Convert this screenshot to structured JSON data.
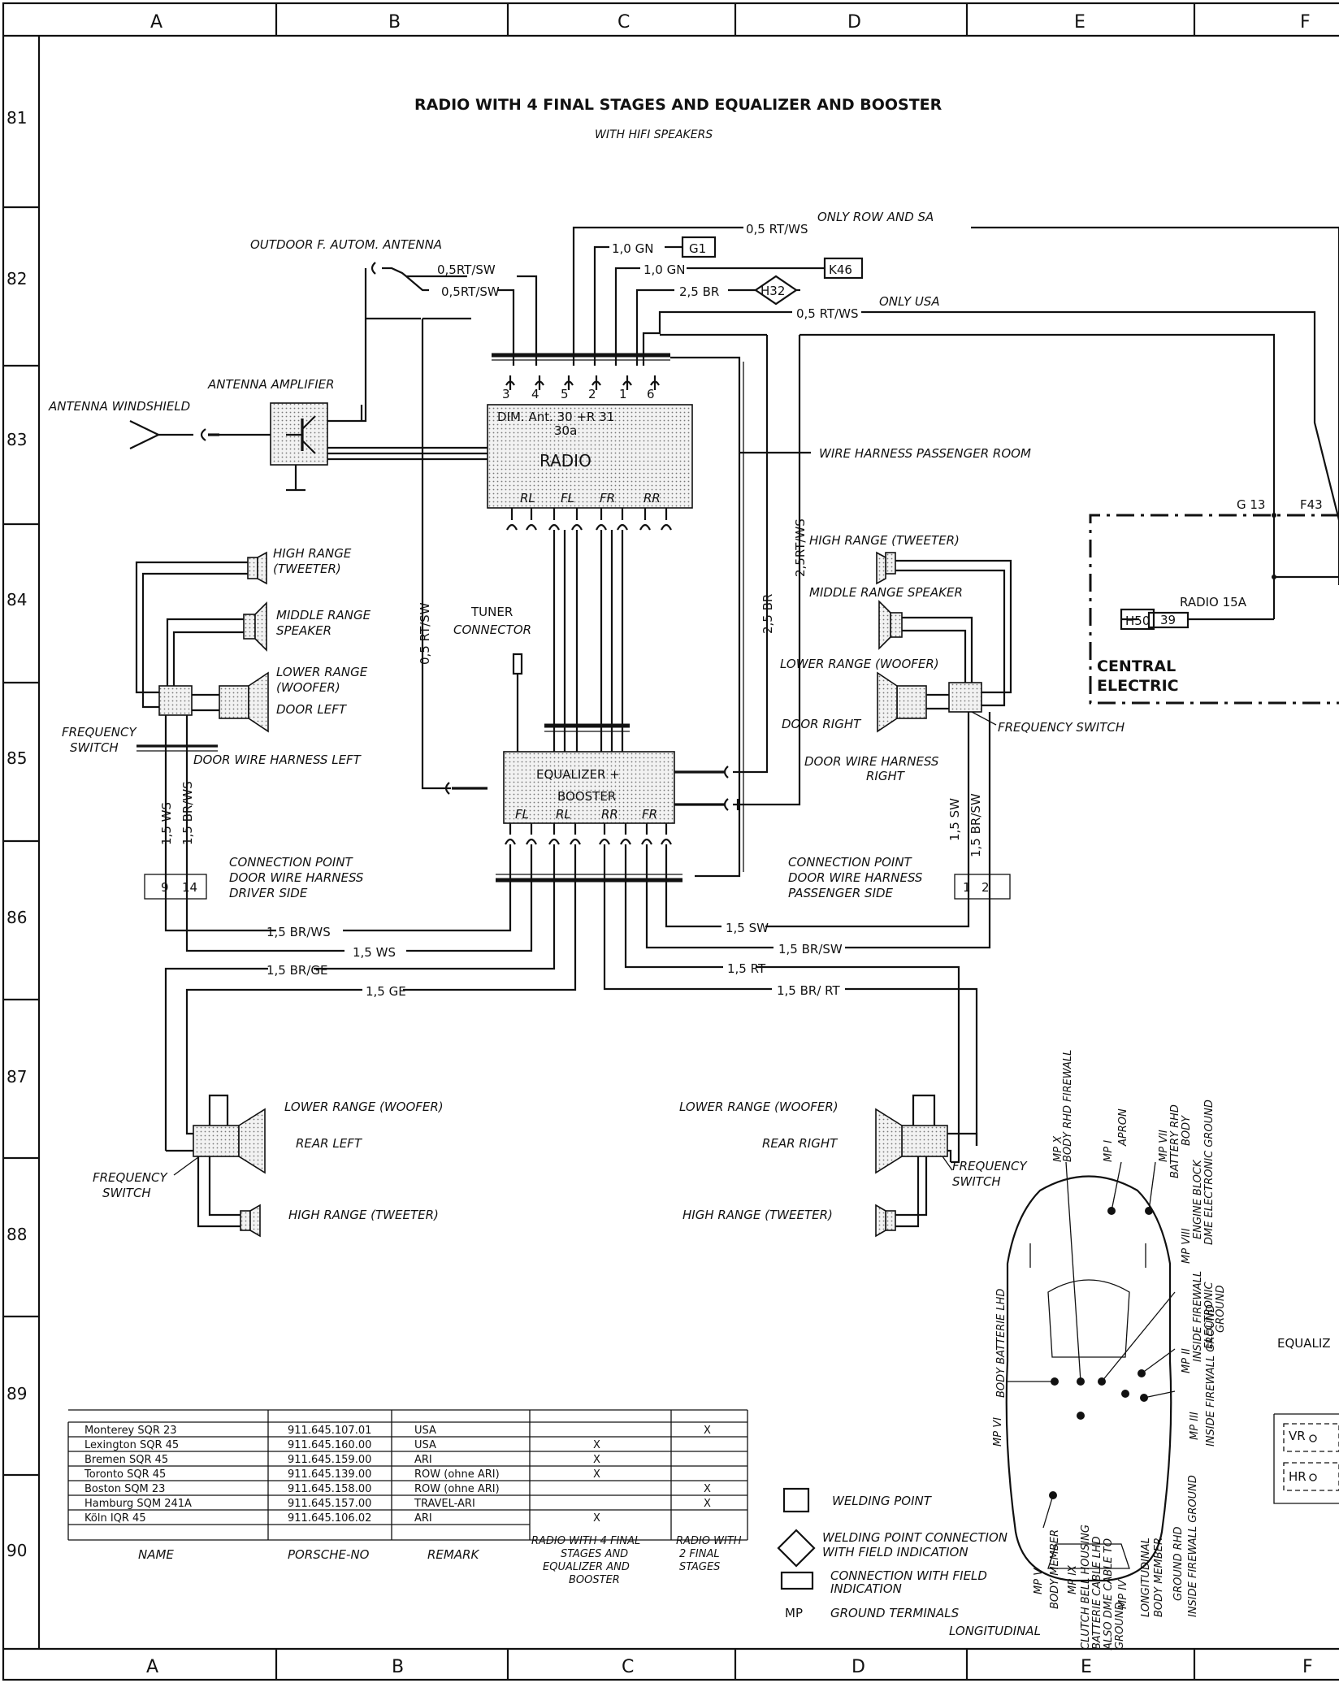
{
  "title": "RADIO WITH 4 FINAL STAGES AND EQUALIZER AND BOOSTER",
  "subtitle": "WITH HIFI SPEAKERS",
  "grid_columns": [
    "A",
    "B",
    "C",
    "D",
    "E",
    "F"
  ],
  "grid_rows": [
    "81",
    "82",
    "83",
    "84",
    "85",
    "86",
    "87",
    "88",
    "89",
    "90"
  ],
  "labels": {
    "outdoor_antenna": "OUTDOOR F. AUTOM. ANTENNA",
    "antenna_amplifier": "ANTENNA AMPLIFIER",
    "antenna_windshield": "ANTENNA WINDSHIELD",
    "only_row_sa": "ONLY ROW AND SA",
    "only_usa": "ONLY USA",
    "wire_harness_passenger": "WIRE HARNESS PASSENGER ROOM",
    "tuner_connector_1": "TUNER",
    "tuner_connector_2": "CONNECTOR",
    "hl_high_1": "HIGH RANGE",
    "hl_high_2": "(TWEETER)",
    "hl_mid_1": "MIDDLE RANGE",
    "hl_mid_2": "SPEAKER",
    "hl_low_1": "LOWER RANGE",
    "hl_low_2": "(WOOFER)",
    "door_left": "DOOR LEFT",
    "freq_switch_1": "FREQUENCY",
    "freq_switch_2": "SWITCH",
    "door_wire_left": "DOOR WIRE HARNESS LEFT",
    "hr_high": "HIGH RANGE (TWEETER)",
    "hr_mid": "MIDDLE RANGE SPEAKER",
    "hr_low": "LOWER RANGE (WOOFER)",
    "door_right": "DOOR RIGHT",
    "freq_switch_right": "FREQUENCY SWITCH",
    "door_wire_right_1": "DOOR WIRE HARNESS",
    "door_wire_right_2": "RIGHT",
    "conn_driver_1": "CONNECTION POINT",
    "conn_driver_2": "DOOR WIRE HARNESS",
    "conn_driver_3": "DRIVER SIDE",
    "conn_pass_1": "CONNECTION POINT",
    "conn_pass_2": "DOOR WIRE HARNESS",
    "conn_pass_3": "PASSENGER SIDE",
    "rear_low_left": "LOWER RANGE (WOOFER)",
    "rear_left": "REAR LEFT",
    "rear_high_left": "HIGH RANGE (TWEETER)",
    "rear_low_right": "LOWER RANGE (WOOFER)",
    "rear_right": "REAR RIGHT",
    "rear_high_right": "HIGH RANGE (TWEETER)",
    "rear_freq_left_1": "FREQUENCY",
    "rear_freq_left_2": "SWITCH",
    "rear_freq_right_1": "FREQUENCY",
    "rear_freq_right_2": "SWITCH",
    "central_1": "CENTRAL",
    "central_2": "ELECTRIC",
    "radio_fuse": "RADIO 15A",
    "fuse_no": "39",
    "h50": "H50",
    "g13": "G 13",
    "f43": "F43",
    "equaliz_cut": "EQUALIZ",
    "vr": "VR",
    "hr": "HR",
    "longitudinal": "LONGITUDINAL"
  },
  "radio": {
    "name": "RADIO",
    "pins_top": [
      "3",
      "4",
      "5",
      "2",
      "1",
      "6"
    ],
    "terms": "DIM. Ant. 30 +R 31",
    "term30a": "30a",
    "outputs": [
      "RL",
      "FL",
      "FR",
      "RR"
    ]
  },
  "equalizer": {
    "name_1": "EQUALIZER +",
    "name_2": "BOOSTER",
    "outputs": [
      "FL",
      "RL",
      "RR",
      "FR"
    ]
  },
  "wires": {
    "w_rtsw_1": "0,5RT/SW",
    "w_rtsw_2": "0,5RT/SW",
    "w_rtws_top": "0,5 RT/WS",
    "w_gn_1": "1,0 GN",
    "w_gn_2": "1,0 GN",
    "w_br": "2,5 BR",
    "w_rtws_usa": "0,5 RT/WS",
    "w_rtsw_v": "0,5 RT/SW",
    "w_br_v": "2,5 BR",
    "w_rtws_v": "2,5RT/WS",
    "w_15ws_v": "1,5 WS",
    "w_15brws_v": "1,5 BR/WS",
    "w_15sw_v": "1,5 SW",
    "w_15brsw_v": "1,5 BR/SW",
    "h_brws": "1,5 BR/WS",
    "h_ws": "1,5 WS",
    "h_brge": "1,5 BR/GE",
    "h_ge": "1,5 GE",
    "h_sw": "1,5 SW",
    "h_brsw": "1,5 BR/SW",
    "h_rt": "1,5 RT",
    "h_brrt": "1,5 BR/ RT"
  },
  "connectors": {
    "g1": "G1",
    "k46": "K46",
    "h32": "H32",
    "cp_l_a": "9",
    "cp_l_b": "14",
    "cp_r_a": "1",
    "cp_r_b": "2"
  },
  "ground_points": {
    "mp_x": "MP X",
    "mp_x_desc": "BODY RHD FIREWALL",
    "mp_i": "MP I",
    "mp_i_desc": "APRON",
    "mp_vii": "MP VII",
    "mp_vii_desc_1": "BATTERY RHD",
    "mp_vii_desc_2": "BODY",
    "mp_viii": "MP VIII",
    "mp_viii_desc_1": "ENGINE BLOCK",
    "mp_viii_desc_2": "DME ELECTRONIC GROUND",
    "mp_ii": "MP II",
    "mp_ii_desc_1": "INSIDE FIREWALL",
    "mp_ii_desc_2": "ELECTRONIC",
    "mp_ii_desc_3": "GROUND",
    "mp_iii": "MP III",
    "mp_iii_desc": "INSIDE FIREWALL GROUND",
    "mp_vi": "MP VI",
    "mp_vi_desc": "BODY BATTERIE LHD",
    "mp_v": "MP V",
    "mp_v_desc": "BODY MEMBER",
    "mp_ix": "MP IX",
    "mp_ix_desc_1": "CLUTCH BELL HOUSING",
    "mp_ix_desc_2": "BATTERIE CABLE LHD",
    "mp_ix_desc_3": "ALSO DME CABLE TO",
    "mp_ix_desc_4": "GROUND",
    "mp_iv": "MP IV",
    "mp_iv_desc_1": "LONGITUDINAL",
    "mp_iv_desc_2": "BODY MEMBER",
    "ground_rhd": "GROUND RHD",
    "ground_rhd_2": "INSIDE FIREWALL GROUND"
  },
  "legend": {
    "welding_point": "WELDING POINT",
    "welding_conn_1": "WELDING POINT CONNECTION",
    "welding_conn_2": "WITH FIELD INDICATION",
    "conn_field_1": "CONNECTION WITH FIELD",
    "conn_field_2": "INDICATION",
    "mp": "MP",
    "ground_terminals": "GROUND TERMINALS"
  },
  "table": {
    "rows": [
      {
        "name": "Monterey SQR 23",
        "no": "911.645.107.01",
        "remark": "USA",
        "c4": "",
        "c2": "X"
      },
      {
        "name": "Lexington SQR 45",
        "no": "911.645.160.00",
        "remark": "USA",
        "c4": "X",
        "c2": ""
      },
      {
        "name": "Bremen SQR 45",
        "no": "911.645.159.00",
        "remark": "ARI",
        "c4": "X",
        "c2": ""
      },
      {
        "name": "Toronto SQR 45",
        "no": "911.645.139.00",
        "remark": "ROW (ohne ARI)",
        "c4": "X",
        "c2": ""
      },
      {
        "name": "Boston SQM 23",
        "no": "911.645.158.00",
        "remark": "ROW (ohne ARI)",
        "c4": "",
        "c2": "X"
      },
      {
        "name": "Hamburg SQM 241A",
        "no": "911.645.157.00",
        "remark": "TRAVEL-ARI",
        "c4": "",
        "c2": "X"
      },
      {
        "name": "Köln IQR 45",
        "no": "911.645.106.02",
        "remark": "ARI",
        "c4": "X",
        "c2": ""
      }
    ],
    "headers": {
      "name": "NAME",
      "no": "PORSCHE-NO",
      "remark": "REMARK",
      "c4_1": "RADIO WITH 4 FINAL",
      "c4_2": "STAGES AND",
      "c4_3": "EQUALIZER AND",
      "c4_4": "BOOSTER",
      "c2_1": "RADIO WITH",
      "c2_2": "2 FINAL",
      "c2_3": "STAGES"
    }
  }
}
